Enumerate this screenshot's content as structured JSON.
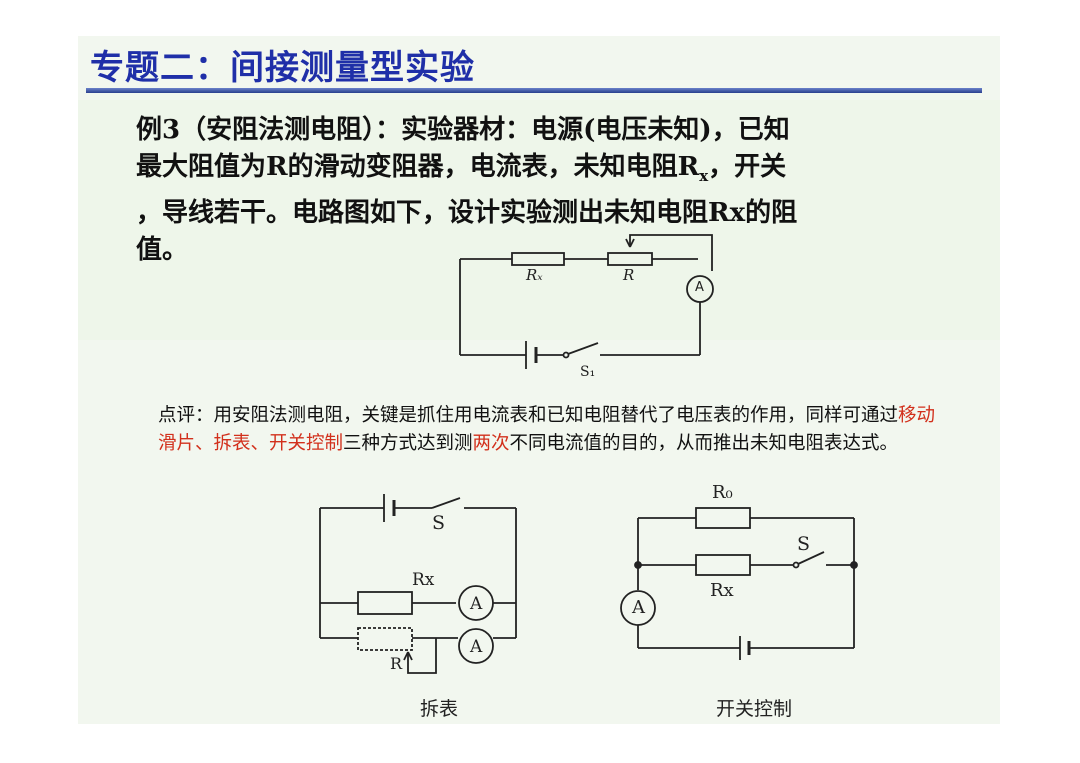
{
  "title": "专题二：间接测量型实验",
  "problem": {
    "line1": "例3（安阻法测电阻）：实验器材：电源(电压未知)，已知",
    "line2_a": "最大阻值为R的滑动变阻器，电流表，未知电阻R",
    "line2_sub": "x",
    "line2_b": "，开关",
    "line3": "，导线若干。电路图如下，设计实验测出未知电阻Rx的阻",
    "line4": "值。"
  },
  "circuit_main": {
    "rx_label": "Rₓ",
    "r_label": "R",
    "ammeter_label": "A",
    "switch_label": "S₁"
  },
  "comment": {
    "part1": "点评：用安阻法测电阻，关键是抓住用电流表和已知电阻替代了电压表的作用，同样可通过",
    "highlight1": "移动滑片、拆表、开关控制",
    "part2": "三种方式达到测",
    "highlight2": "两次",
    "part3": "不同电流值的目的，从而推出未知电阻表达式。"
  },
  "circuit_left": {
    "switch_label": "S",
    "rx_label": "Rx",
    "r_label": "R",
    "ammeter1_label": "A",
    "ammeter2_label": "A",
    "caption": "拆表"
  },
  "circuit_right": {
    "r0_label": "R₀",
    "rx_label": "Rx",
    "switch_label": "S",
    "ammeter_label": "A",
    "caption": "开关控制"
  },
  "colors": {
    "title": "#1f2fa8",
    "highlight": "#d2301c",
    "background": "#f2f7ef"
  }
}
